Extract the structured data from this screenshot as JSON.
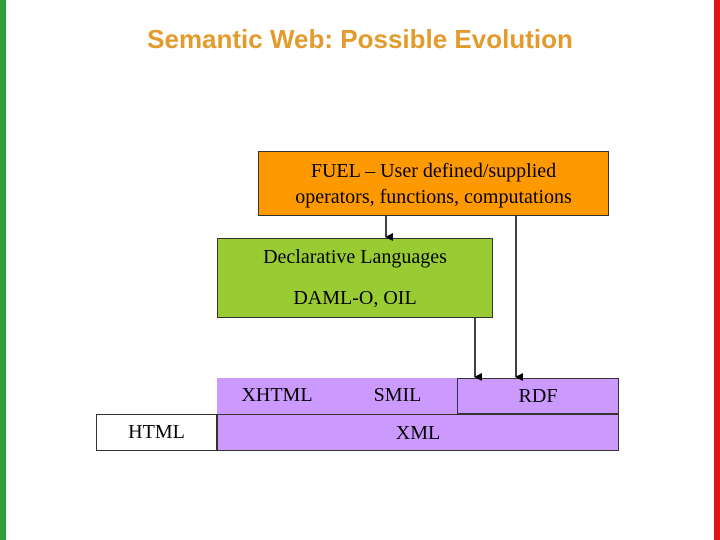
{
  "title": "Semantic Web: Possible Evolution",
  "colors": {
    "title": "#E39B2E",
    "left_bar": "#2E9E3A",
    "right_bar": "#E01515",
    "fuel_box": "#FF9900",
    "declarative_box": "#99CC33",
    "markup_box": "#CC99FF"
  },
  "fuel": {
    "line1": "FUEL – User defined/supplied",
    "line2": "operators, functions, computations"
  },
  "declarative": {
    "line1": "Declarative Languages",
    "line2": "DAML-O, OIL"
  },
  "markup_row": {
    "xhtml": "XHTML",
    "smil": "SMIL",
    "rdf": "RDF"
  },
  "base_row": {
    "html": "HTML",
    "xml": "XML"
  }
}
